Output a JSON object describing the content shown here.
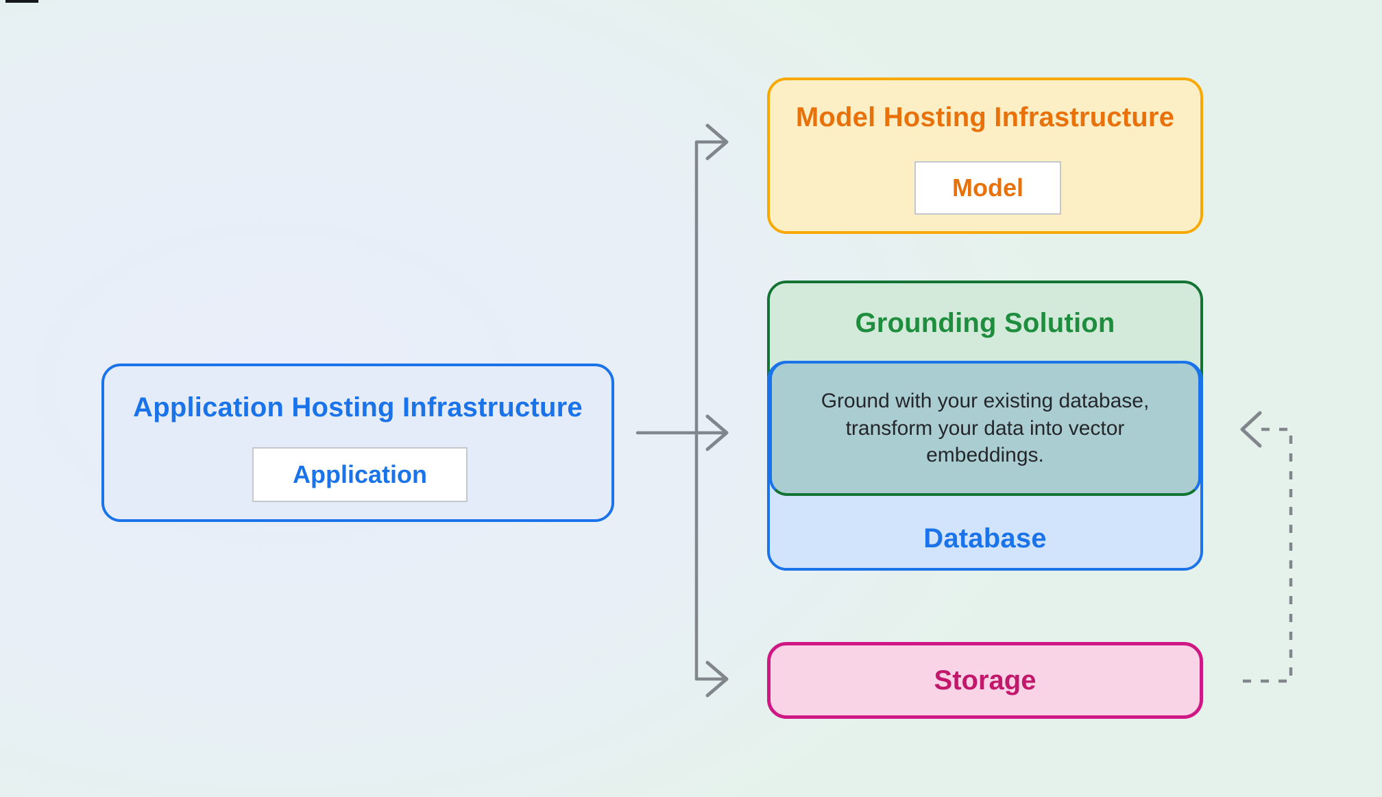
{
  "diagram": {
    "nodes": {
      "application": {
        "title": "Application Hosting Infrastructure",
        "chip": "Application",
        "text_color": "#1A73E8",
        "border_color": "#1A73E8",
        "fill_color": "#E5ECF9"
      },
      "model": {
        "title": "Model Hosting Infrastructure",
        "chip": "Model",
        "text_color": "#E8710A",
        "border_color": "#F9A800",
        "fill_color": "#FCEEC5"
      },
      "grounding": {
        "title": "Grounding Solution",
        "description": "Ground with your existing database, transform your data into vector embeddings.",
        "text_color": "#1E8E3E",
        "border_color": "#137333",
        "fill_color": "#D3E9D9",
        "overlap_fill_color": "#A9CDD1",
        "description_text_color": "#24262A"
      },
      "database": {
        "label": "Database",
        "text_color": "#1A73E8",
        "border_color": "#1A73E8",
        "fill_color": "#D2E3FC"
      },
      "storage": {
        "label": "Storage",
        "text_color": "#C2186B",
        "border_color": "#D01884",
        "fill_color": "#F9D3E6"
      }
    },
    "connectors": {
      "fanout": {
        "style": "solid",
        "color": "#80868B",
        "from": "application",
        "to": [
          "model",
          "grounding-database",
          "storage"
        ]
      },
      "feedback": {
        "style": "dashed",
        "color": "#80868B",
        "from": "storage",
        "to": "grounding-database"
      }
    },
    "background": {
      "inner_color": "#E9EEFA",
      "outer_color": "#E5F2EB"
    }
  }
}
